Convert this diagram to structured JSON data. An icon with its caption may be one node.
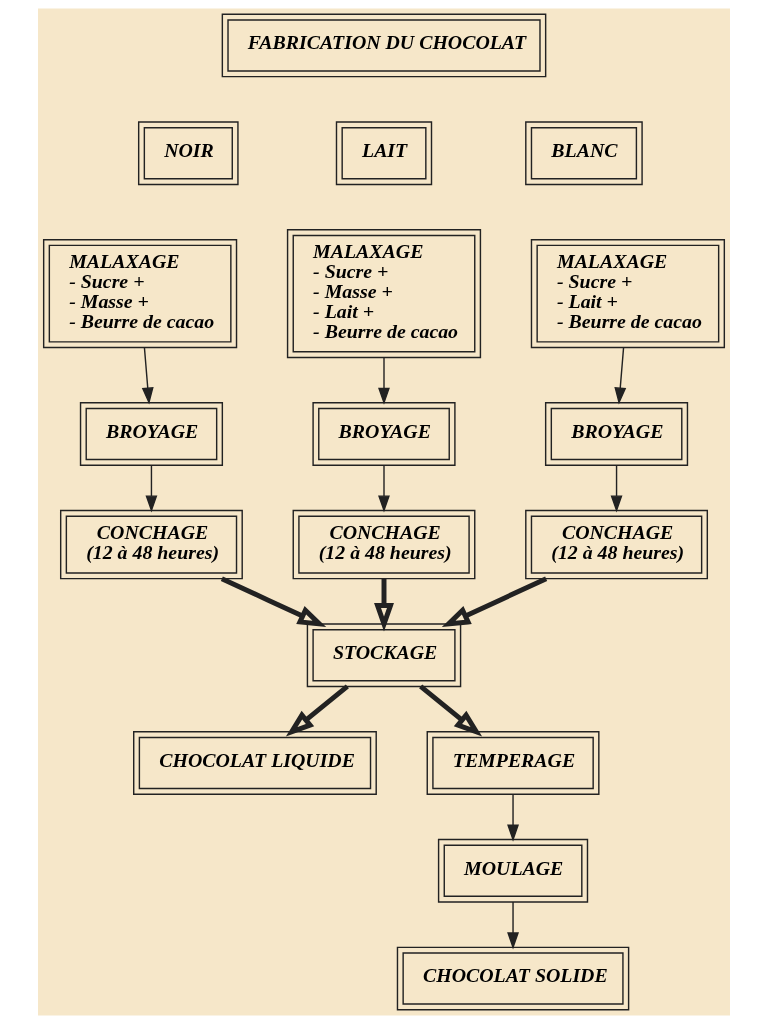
{
  "diagram": {
    "nodes": [
      {
        "text": [
          "FABRICATION DU CHOCOLAT"
        ]
      },
      {
        "text": [
          "NOIR"
        ]
      },
      {
        "text": [
          "LAIT"
        ]
      },
      {
        "text": [
          "BLANC"
        ]
      },
      {
        "text": [
          "MALAXAGE",
          "- Sucre +",
          "- Masse +",
          "- Beurre de cacao"
        ]
      },
      {
        "text": [
          "MALAXAGE",
          "- Sucre +",
          "- Masse +",
          "- Lait +",
          "- Beurre de cacao"
        ]
      },
      {
        "text": [
          "MALAXAGE",
          "- Sucre +",
          "- Lait +",
          "- Beurre de cacao"
        ]
      },
      {
        "text": [
          "BROYAGE"
        ]
      },
      {
        "text": [
          "BROYAGE"
        ]
      },
      {
        "text": [
          "BROYAGE"
        ]
      },
      {
        "text": [
          "CONCHAGE",
          "(12 à 48 heures)"
        ]
      },
      {
        "text": [
          "CONCHAGE",
          "(12 à 48 heures)"
        ]
      },
      {
        "text": [
          "CONCHAGE",
          "(12 à 48 heures)"
        ]
      },
      {
        "text": [
          "STOCKAGE"
        ]
      },
      {
        "text": [
          "CHOCOLAT LIQUIDE"
        ]
      },
      {
        "text": [
          "TEMPERAGE"
        ]
      },
      {
        "text": [
          "MOULAGE"
        ]
      },
      {
        "text": [
          "CHOCOLAT SOLIDE"
        ]
      }
    ],
    "edges": [
      {
        "from": 4,
        "to": 7,
        "arrow": "to"
      },
      {
        "from": 5,
        "to": 8,
        "arrow": "to"
      },
      {
        "from": 6,
        "to": 9,
        "arrow": "to"
      },
      {
        "from": 7,
        "to": 10,
        "arrow": "to"
      },
      {
        "from": 8,
        "to": 11,
        "arrow": "to"
      },
      {
        "from": 9,
        "to": 12,
        "arrow": "to"
      },
      {
        "from": 10,
        "to": 13,
        "arrow": "to",
        "style": "thick"
      },
      {
        "from": 11,
        "to": 13,
        "arrow": "to",
        "style": "thick"
      },
      {
        "from": 12,
        "to": 13,
        "arrow": "to",
        "style": "thick"
      },
      {
        "from": 13,
        "to": 14,
        "arrow": "to",
        "style": "thick"
      },
      {
        "from": 13,
        "to": 15,
        "arrow": "to",
        "style": "thick"
      },
      {
        "from": 15,
        "to": 16,
        "arrow": "to"
      },
      {
        "from": 16,
        "to": 17,
        "arrow": "to"
      }
    ]
  }
}
